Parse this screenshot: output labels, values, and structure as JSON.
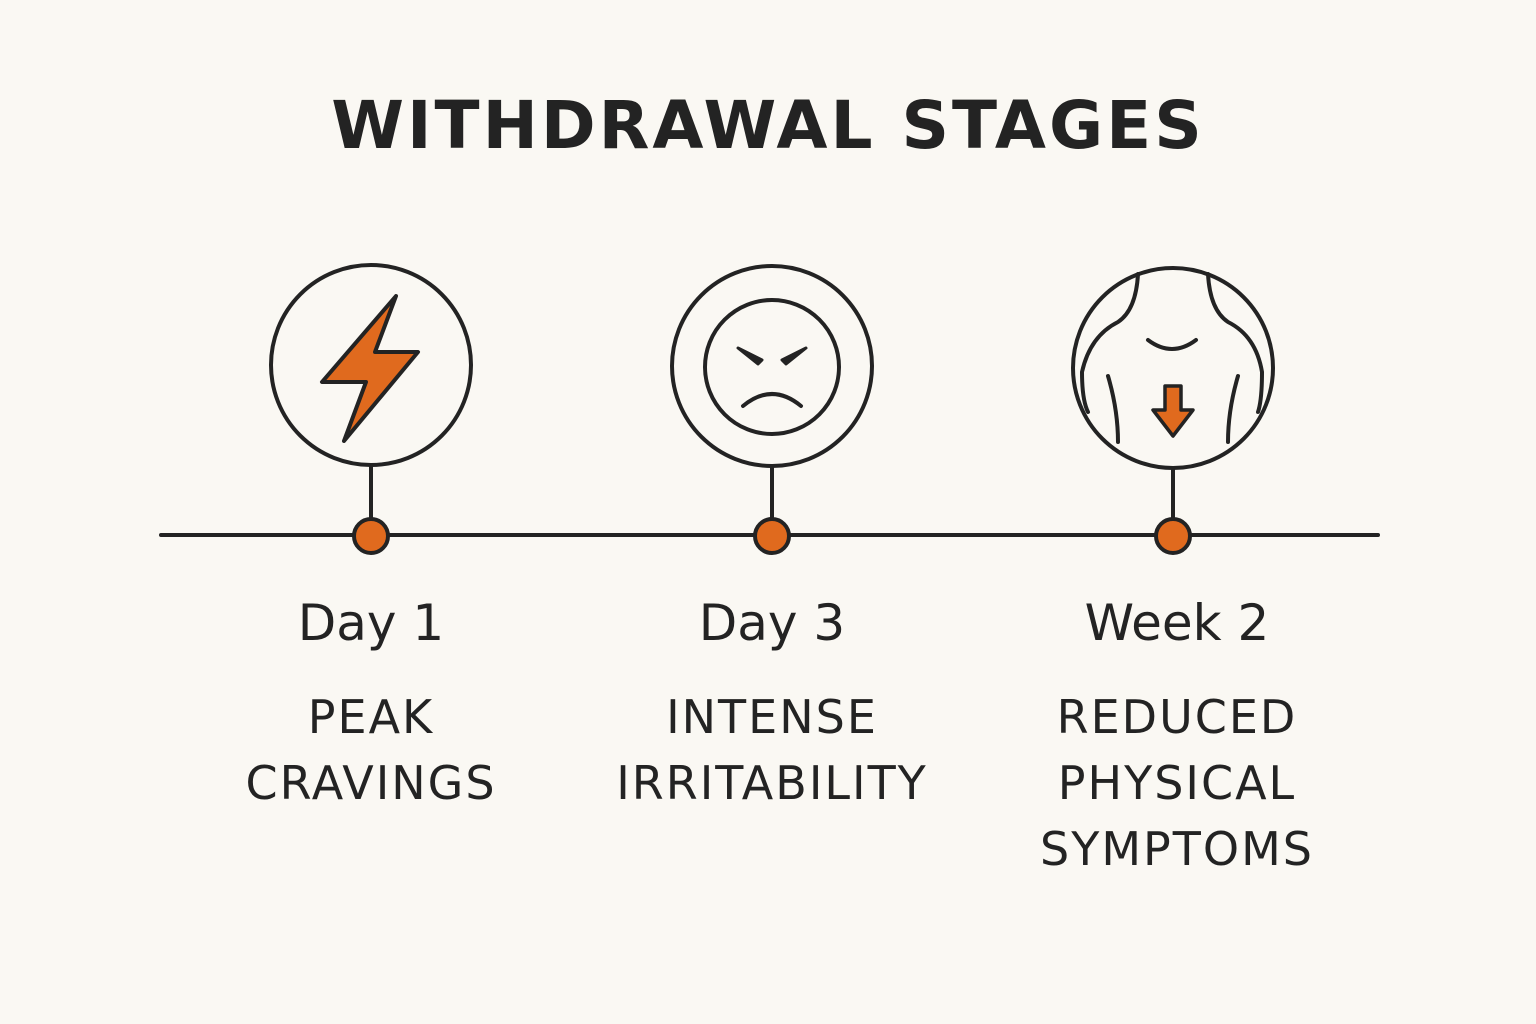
{
  "title": "WITHDRAWAL STAGES",
  "colors": {
    "accent": "#e06a1e",
    "ink": "#232323",
    "background": "#faf8f3"
  },
  "stages": [
    {
      "label": "Day 1",
      "description": "PEAK\nCRAVINGS",
      "icon": "lightning-bolt-icon"
    },
    {
      "label": "Day 3",
      "description": "INTENSE\nIRRITABILITY",
      "icon": "angry-face-icon"
    },
    {
      "label": "Week 2",
      "description": "REDUCED\nPHYSICAL\nSYMPTOMS",
      "icon": "body-down-arrow-icon"
    }
  ]
}
